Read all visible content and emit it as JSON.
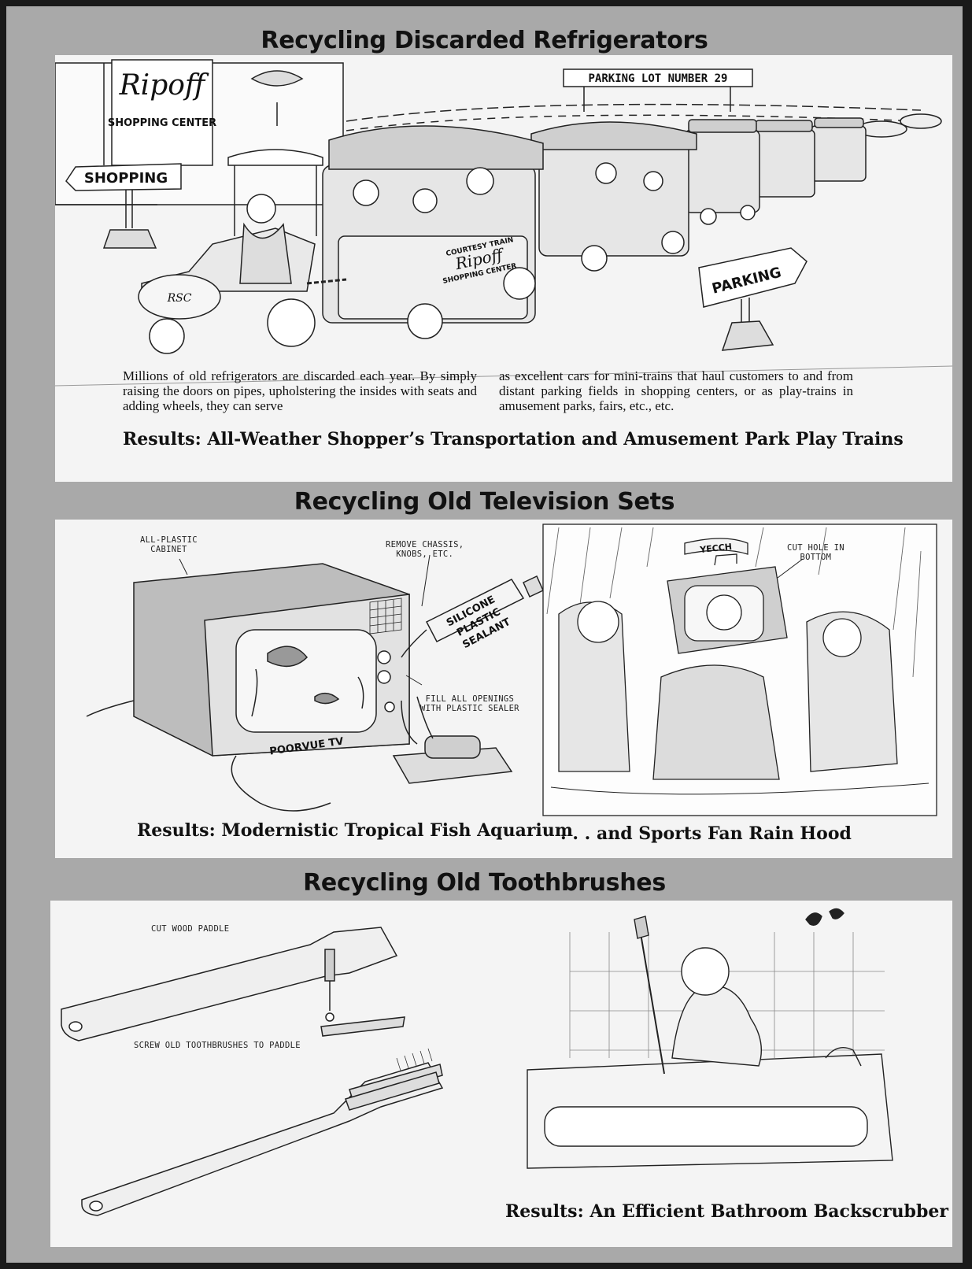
{
  "sections": {
    "fridge": {
      "title": "Recycling Discarded Refrigerators",
      "body_left": "Millions of old refrigerators are discarded each year. By simply raising the doors on pipes, upholstering the insides with seats and adding wheels, they can serve",
      "body_right": "as excellent cars for mini-trains that haul customers to and from distant parking fields in shopping centers, or as play-trains in amusement parks, fairs, etc., etc.",
      "result": "Results: All-Weather Shopper’s Transportation  and Amusement Park Play Trains",
      "illustration": {
        "store_name": "Ripoff",
        "store_sub": "SHOPPING CENTER",
        "shopping_sign": "SHOPPING",
        "lot_sign": "PARKING LOT NUMBER 29",
        "parking_sign": "PARKING",
        "train_text_1": "COURTESY TRAIN",
        "train_text_2": "Ripoff",
        "train_text_3": "SHOPPING CENTER",
        "engine_badge": "RSC"
      }
    },
    "tv": {
      "title": "Recycling Old Television Sets",
      "labels": {
        "cabinet": "ALL-PLASTIC\nCABINET",
        "chassis": "REMOVE CHASSIS,\nKNOBS, ETC.",
        "openings": "FILL ALL OPENINGS\nWITH PLASTIC SEALER",
        "cut_hole": "CUT HOLE IN\nBOTTOM"
      },
      "illustration": {
        "tube_1": "SILICONE",
        "tube_2": "PLASTIC",
        "tube_3": "SEALANT",
        "brand": "POORVUE TV",
        "banner": "YECCH"
      },
      "result_left": "Results: Modernistic Tropical Fish Aquarium",
      "result_right": ". . . and Sports Fan Rain Hood"
    },
    "brush": {
      "title": "Recycling Old Toothbrushes",
      "labels": {
        "paddle": "CUT WOOD PADDLE",
        "screw": "SCREW OLD TOOTHBRUSHES TO PADDLE"
      },
      "result": "Results: An Efficient Bathroom Backscrubber"
    }
  },
  "colors": {
    "page_gray": "#a9a9a9",
    "panel": "#f4f4f4",
    "ink": "#111111"
  }
}
